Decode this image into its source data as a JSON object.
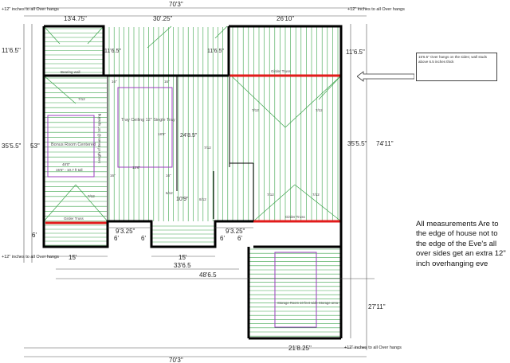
{
  "dims": {
    "top_total": "70'3\"",
    "top_left": "13'4.75\"",
    "top_mid": "30'.25\"",
    "top_right": "26'10\"",
    "left_upper": "11'6.5\"",
    "left_mid": "35'5.5\"",
    "left_53": "53\"",
    "left_lower": "6'",
    "right_upper": "11'6.5\"",
    "right_mid": "35'5.5\"",
    "right_total": "74'11\"",
    "right_lower": "27'11\"",
    "bottom_15_left": "15'",
    "bottom_933_left": "9'3.25\"",
    "bottom_933_right": "9'3.25\"",
    "bottom_15_mid": "15'",
    "bottom_6_a": "6'",
    "bottom_6_b": "6'",
    "bottom_6_c": "6'",
    "bottom_3365": "33'6.5",
    "bottom_4865": "48'6.5",
    "bottom_2182": "21'8.25\"",
    "bottom_total": "70'3\"",
    "inner_1165_a": "11'6.5\"",
    "inner_1165_b": "11'6.5\"",
    "inner_2485": "24'8.5\"",
    "inner_109": "10'9\"",
    "inner_712_a": "7/12",
    "inner_712_b": "7/12",
    "inner_712_c": "7/12",
    "inner_712_d": "7/12",
    "inner_712_e": "7/12",
    "inner_712_f": "7/12",
    "inner_712_g": "7/12",
    "inner_6_12": "6/12",
    "inner_8_12": "8/12",
    "inner_16_a": "16\"",
    "inner_16_b": "16\"",
    "inner_16_c": "16\"",
    "inner_16_d": "16\"",
    "inner_18_a": "18'5\"",
    "inner_18_b": "13'6\""
  },
  "overhang": {
    "top_left": "+12\" inches to all Over hangs",
    "top_right": "+12\" inches to all Over hangs",
    "mid_left": "+12\" inches to all Over hangs",
    "bottom_right": "+12\" inches to all Over hangs"
  },
  "rooms": {
    "bonus_room": "Bonus Room Centered",
    "bonus_size": "15'5\" - 10.7 ft tall",
    "bonus_width": "48'0\"",
    "tray_ceiling": "Tray Ceiling 12\" Single Tray",
    "beam": "Length of Beam @ 16\" spacing",
    "bearing_wall": "Bearing wall",
    "girder_truss_top": "Girder Truss",
    "girder_truss_right": "Girder Truss",
    "girder_truss_left": "Girder Truss",
    "storage": "Storage Room 10 feet wide Storage area"
  },
  "callout": "15'6.5\" Over hangs on the sides; wall studs above 6.5 inches thick",
  "note": "All measurements Are to the edge of house not to the edge of the Eve's all over sides get an extra 12\" inch overhanging eve",
  "colors": {
    "wall": "#000000",
    "truss": "#3aa34a",
    "girder": "#e21b1b",
    "room": "#9b3fbf",
    "dim": "#333333"
  }
}
